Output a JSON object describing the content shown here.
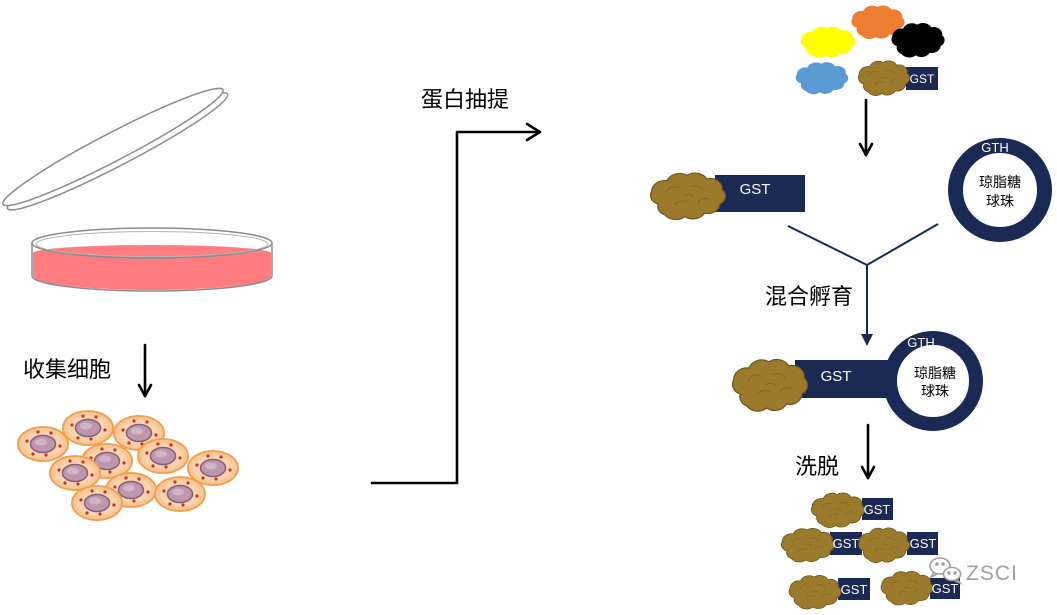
{
  "labels": {
    "collect_cells": "收集细胞",
    "protein_extraction": "蛋白抽提",
    "mix_incubate": "混合孵育",
    "elution": "洗脱"
  },
  "tags": {
    "gst": "GST",
    "gth": "GTH",
    "bead_line1": "琼脂糖",
    "bead_line2": "球珠"
  },
  "watermark": {
    "text": "ZSCI",
    "icon": "wechat-icon"
  },
  "colors": {
    "navy": "#1b2a55",
    "brown": "#9c7a2b",
    "brown_outline": "#6e5520",
    "medium_pink": "#ff7c80",
    "cell_fill": "#f9c89a",
    "cell_border": "#f2a24f",
    "nucleus": "#bc97ad",
    "orange_protein": "#ed7d31",
    "yellow_protein": "#ffff00",
    "black_protein": "#000000",
    "blue_protein": "#5b9bd5"
  }
}
